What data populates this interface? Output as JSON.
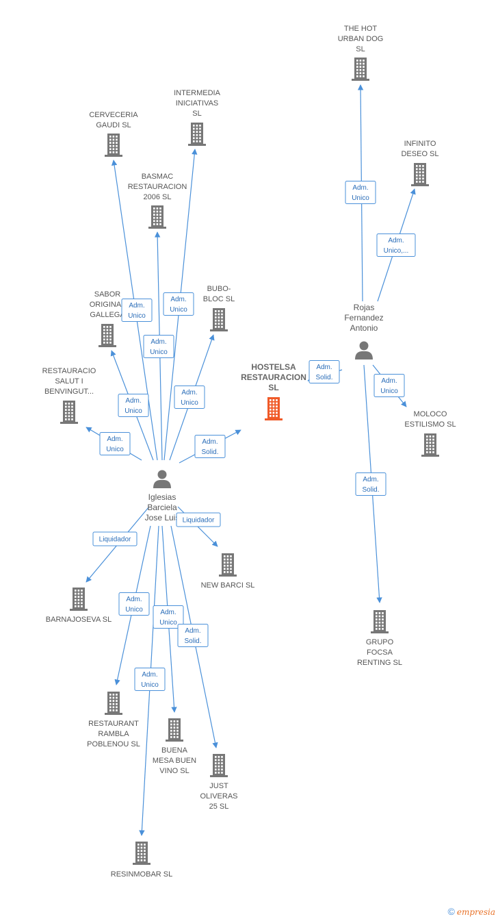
{
  "colors": {
    "edge": "#4a90d9",
    "label_text": "#555555",
    "building": "#777777",
    "building_focus": "#f05a28",
    "person": "#777777",
    "rel_text": "#2a6db8"
  },
  "companies": [
    {
      "id": "hot_urban_dog",
      "lines": [
        "THE HOT",
        "URBAN DOG",
        "SL"
      ],
      "focus": false
    },
    {
      "id": "infinito",
      "lines": [
        "INFINITO",
        "DESEO SL"
      ],
      "focus": false
    },
    {
      "id": "intermedia",
      "lines": [
        "INTERMEDIA",
        "INICIATIVAS",
        "SL"
      ],
      "focus": false
    },
    {
      "id": "cerveceria",
      "lines": [
        "CERVECERIA",
        "GAUDI  SL"
      ],
      "focus": false
    },
    {
      "id": "basmac",
      "lines": [
        "BASMAC",
        "RESTAURACION",
        "2006 SL"
      ],
      "focus": false
    },
    {
      "id": "sabor",
      "lines": [
        "SABOR",
        "ORIGINAL",
        "GALLEGA"
      ],
      "focus": false
    },
    {
      "id": "bubo",
      "lines": [
        "BUBO-",
        "BLOC  SL"
      ],
      "focus": false
    },
    {
      "id": "restauracio",
      "lines": [
        "RESTAURACIO",
        "SALUT I",
        "BENVINGUT..."
      ],
      "focus": false
    },
    {
      "id": "hostelsa",
      "lines": [
        "HOSTELSA",
        "RESTAURACION",
        "SL"
      ],
      "focus": true
    },
    {
      "id": "moloco",
      "lines": [
        "MOLOCO",
        "ESTILISMO  SL"
      ],
      "focus": false
    },
    {
      "id": "new_barci",
      "lines": [
        "NEW BARCI  SL"
      ],
      "focus": false
    },
    {
      "id": "barnajoseva",
      "lines": [
        "BARNAJOSEVA SL"
      ],
      "focus": false
    },
    {
      "id": "grupo_focsa",
      "lines": [
        "GRUPO",
        "FOCSA",
        "RENTING SL"
      ],
      "focus": false
    },
    {
      "id": "rambla",
      "lines": [
        "RESTAURANT",
        "RAMBLA",
        "POBLENOU  SL"
      ],
      "focus": false
    },
    {
      "id": "buena_mesa",
      "lines": [
        "BUENA",
        "MESA BUEN",
        "VINO SL"
      ],
      "focus": false
    },
    {
      "id": "just_oliveras",
      "lines": [
        "JUST",
        "OLIVERAS",
        "25  SL"
      ],
      "focus": false
    },
    {
      "id": "resinmobar",
      "lines": [
        "RESINMOBAR SL"
      ],
      "focus": false
    }
  ],
  "persons": [
    {
      "id": "iglesias",
      "lines": [
        "Iglesias",
        "Barciela",
        "Jose Luis"
      ]
    },
    {
      "id": "rojas",
      "lines": [
        "Rojas",
        "Fernandez",
        "Antonio"
      ]
    }
  ],
  "relations": [
    {
      "from": "rojas",
      "to": "hot_urban_dog",
      "label": [
        "Adm.",
        "Unico"
      ]
    },
    {
      "from": "rojas",
      "to": "infinito",
      "label": [
        "Adm.",
        "Unico,..."
      ]
    },
    {
      "from": "rojas",
      "to": "hostelsa",
      "label": [
        "Adm.",
        "Solid."
      ]
    },
    {
      "from": "rojas",
      "to": "moloco",
      "label": [
        "Adm.",
        "Unico"
      ]
    },
    {
      "from": "rojas",
      "to": "grupo_focsa",
      "label": [
        "Adm.",
        "Solid."
      ]
    },
    {
      "from": "iglesias",
      "to": "cerveceria",
      "label": [
        "Adm.",
        "Unico"
      ]
    },
    {
      "from": "iglesias",
      "to": "intermedia",
      "label": [
        "Adm.",
        "Unico"
      ]
    },
    {
      "from": "iglesias",
      "to": "basmac",
      "label": [
        "Adm.",
        "Unico"
      ]
    },
    {
      "from": "iglesias",
      "to": "sabor",
      "label": [
        "Adm.",
        "Unico"
      ]
    },
    {
      "from": "iglesias",
      "to": "bubo",
      "label": [
        "Adm.",
        "Unico"
      ]
    },
    {
      "from": "iglesias",
      "to": "restauracio",
      "label": [
        "Adm.",
        "Unico"
      ]
    },
    {
      "from": "iglesias",
      "to": "hostelsa",
      "label": [
        "Adm.",
        "Solid."
      ]
    },
    {
      "from": "iglesias",
      "to": "new_barci",
      "label": [
        "Liquidador"
      ]
    },
    {
      "from": "iglesias",
      "to": "barnajoseva",
      "label": [
        "Liquidador"
      ]
    },
    {
      "from": "iglesias",
      "to": "rambla",
      "label": [
        "Adm.",
        "Unico"
      ]
    },
    {
      "from": "iglesias",
      "to": "buena_mesa",
      "label": [
        "Adm.",
        "Unico"
      ]
    },
    {
      "from": "iglesias",
      "to": "just_oliveras",
      "label": [
        "Adm.",
        "Solid."
      ]
    },
    {
      "from": "iglesias",
      "to": "resinmobar",
      "label": [
        "Adm.",
        "Unico"
      ]
    }
  ],
  "footer": {
    "copyright_symbol": "©",
    "brand": "empresia"
  }
}
